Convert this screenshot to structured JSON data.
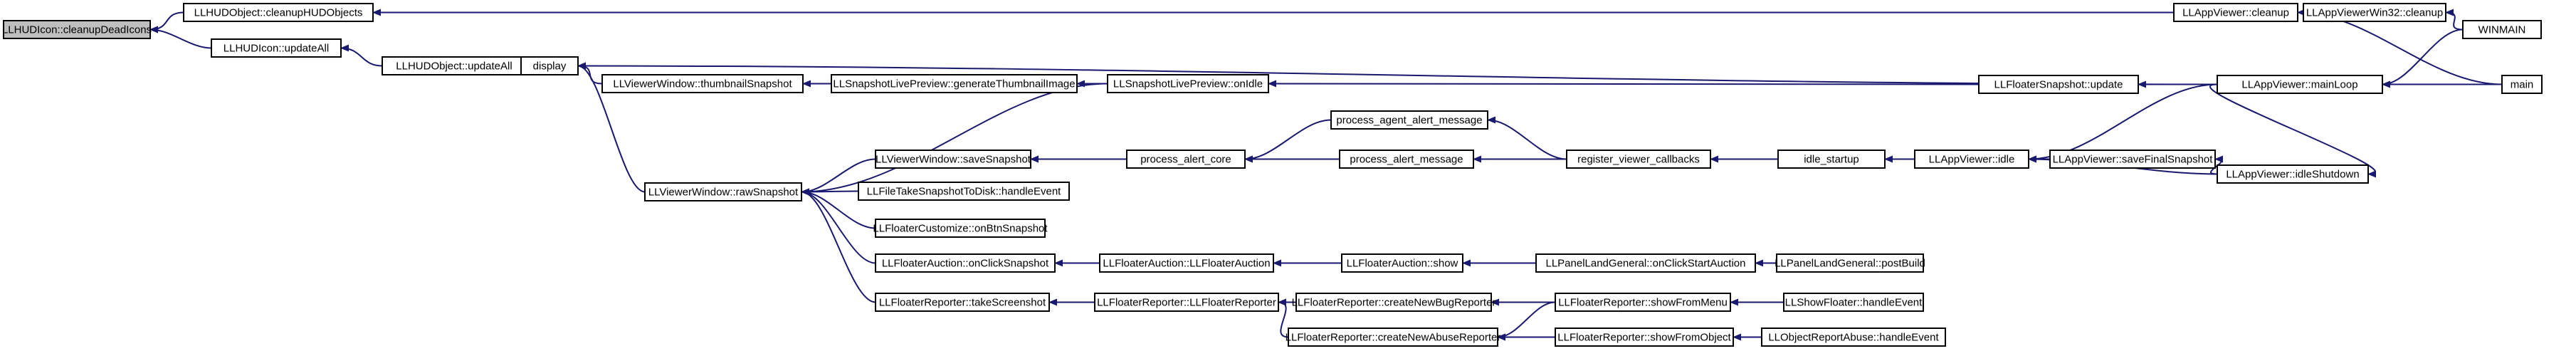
{
  "graph": {
    "colors": {
      "node_fill": "#ffffff",
      "focus_fill": "#bfbfbf",
      "edge": "#191970",
      "text": "#000000"
    },
    "nodes": [
      {
        "id": "n_cleanupDead",
        "label": "LLHUDIcon::cleanupDeadIcons",
        "focus": true
      },
      {
        "id": "n_cleanupHUD",
        "label": "LLHUDObject::cleanupHUDObjects"
      },
      {
        "id": "n_updateAllIcon",
        "label": "LLHUDIcon::updateAll"
      },
      {
        "id": "n_updateAllObj",
        "label": "LLHUDObject::updateAll"
      },
      {
        "id": "n_display",
        "label": "display"
      },
      {
        "id": "n_thumb",
        "label": "LLViewerWindow::thumbnailSnapshot"
      },
      {
        "id": "n_rawSnap",
        "label": "LLViewerWindow::rawSnapshot"
      },
      {
        "id": "n_genThumb",
        "label": "LLSnapshotLivePreview::generateThumbnailImage"
      },
      {
        "id": "n_onIdle",
        "label": "LLSnapshotLivePreview::onIdle"
      },
      {
        "id": "n_saveSnap",
        "label": "LLViewerWindow::saveSnapshot"
      },
      {
        "id": "n_takeSnapDisk",
        "label": "LLFileTakeSnapshotToDisk::handleEvent"
      },
      {
        "id": "n_customize",
        "label": "LLFloaterCustomize::onBtnSnapshot"
      },
      {
        "id": "n_auctionClick",
        "label": "LLFloaterAuction::onClickSnapshot"
      },
      {
        "id": "n_reporterTake",
        "label": "LLFloaterReporter::takeScreenshot"
      },
      {
        "id": "n_alertCore",
        "label": "process_alert_core"
      },
      {
        "id": "n_agentAlert",
        "label": "process_agent_alert_message"
      },
      {
        "id": "n_alertMsg",
        "label": "process_alert_message"
      },
      {
        "id": "n_regCallbacks",
        "label": "register_viewer_callbacks"
      },
      {
        "id": "n_idleStartup",
        "label": "idle_startup"
      },
      {
        "id": "n_appIdle",
        "label": "LLAppViewer::idle"
      },
      {
        "id": "n_saveFinal",
        "label": "LLAppViewer::saveFinalSnapshot"
      },
      {
        "id": "n_idleShutdown",
        "label": "LLAppViewer::idleShutdown"
      },
      {
        "id": "n_appCleanup",
        "label": "LLAppViewer::cleanup"
      },
      {
        "id": "n_win32Cleanup",
        "label": "LLAppViewerWin32::cleanup"
      },
      {
        "id": "n_winmain",
        "label": "WINMAIN"
      },
      {
        "id": "n_main",
        "label": "main"
      },
      {
        "id": "n_mainLoop",
        "label": "LLAppViewer::mainLoop"
      },
      {
        "id": "n_floaterSnapUpdate",
        "label": "LLFloaterSnapshot::update"
      },
      {
        "id": "n_auctionCtor",
        "label": "LLFloaterAuction::LLFloaterAuction"
      },
      {
        "id": "n_auctionShow",
        "label": "LLFloaterAuction::show"
      },
      {
        "id": "n_landStartAuction",
        "label": "LLPanelLandGeneral::onClickStartAuction"
      },
      {
        "id": "n_landPostBuild",
        "label": "LLPanelLandGeneral::postBuild"
      },
      {
        "id": "n_reporterCtor",
        "label": "LLFloaterReporter::LLFloaterReporter"
      },
      {
        "id": "n_newBugReporter",
        "label": "LLFloaterReporter::createNewBugReporter"
      },
      {
        "id": "n_newAbuseReporter",
        "label": "LLFloaterReporter::createNewAbuseReporter"
      },
      {
        "id": "n_showFromMenu",
        "label": "LLFloaterReporter::showFromMenu"
      },
      {
        "id": "n_showFromObject",
        "label": "LLFloaterReporter::showFromObject"
      },
      {
        "id": "n_showFloater",
        "label": "LLShowFloater::handleEvent"
      },
      {
        "id": "n_objReportAbuse",
        "label": "LLObjectReportAbuse::handleEvent"
      }
    ],
    "edges": [
      {
        "from": "n_cleanupHUD",
        "to": "n_cleanupDead"
      },
      {
        "from": "n_updateAllIcon",
        "to": "n_cleanupDead"
      },
      {
        "from": "n_appCleanup",
        "to": "n_cleanupHUD"
      },
      {
        "from": "n_updateAllObj",
        "to": "n_updateAllIcon"
      },
      {
        "from": "n_display",
        "to": "n_updateAllObj"
      },
      {
        "from": "n_mainLoop",
        "to": "n_display"
      },
      {
        "from": "n_thumb",
        "to": "n_display"
      },
      {
        "from": "n_rawSnap",
        "to": "n_display"
      },
      {
        "from": "n_genThumb",
        "to": "n_thumb"
      },
      {
        "from": "n_onIdle",
        "to": "n_genThumb"
      },
      {
        "from": "n_floaterSnapUpdate",
        "to": "n_onIdle"
      },
      {
        "from": "n_mainLoop",
        "to": "n_floaterSnapUpdate"
      },
      {
        "from": "n_main",
        "to": "n_mainLoop"
      },
      {
        "from": "n_winmain",
        "to": "n_mainLoop"
      },
      {
        "from": "n_appCleanup",
        "to": "n_win32Cleanup",
        "reverse": true
      },
      {
        "from": "n_win32Cleanup",
        "to": "n_winmain",
        "reverse": true
      },
      {
        "from": "n_main",
        "to": "n_appCleanup"
      },
      {
        "from": "n_onIdle",
        "to": "n_rawSnap"
      },
      {
        "from": "n_saveSnap",
        "to": "n_rawSnap"
      },
      {
        "from": "n_takeSnapDisk",
        "to": "n_rawSnap"
      },
      {
        "from": "n_customize",
        "to": "n_rawSnap"
      },
      {
        "from": "n_auctionClick",
        "to": "n_rawSnap"
      },
      {
        "from": "n_reporterTake",
        "to": "n_rawSnap"
      },
      {
        "from": "n_alertCore",
        "to": "n_saveSnap"
      },
      {
        "from": "n_saveFinal",
        "to": "n_saveSnap"
      },
      {
        "from": "n_agentAlert",
        "to": "n_alertCore"
      },
      {
        "from": "n_alertMsg",
        "to": "n_alertCore"
      },
      {
        "from": "n_regCallbacks",
        "to": "n_agentAlert"
      },
      {
        "from": "n_regCallbacks",
        "to": "n_alertMsg"
      },
      {
        "from": "n_idleStartup",
        "to": "n_regCallbacks"
      },
      {
        "from": "n_appIdle",
        "to": "n_idleStartup"
      },
      {
        "from": "n_mainLoop",
        "to": "n_appIdle"
      },
      {
        "from": "n_appIdle",
        "to": "n_saveFinal",
        "reverse": true
      },
      {
        "from": "n_idleShutdown",
        "to": "n_appIdle"
      },
      {
        "from": "n_idleShutdown",
        "to": "n_saveFinal"
      },
      {
        "from": "n_mainLoop",
        "to": "n_idleShutdown"
      },
      {
        "from": "n_auctionCtor",
        "to": "n_auctionClick"
      },
      {
        "from": "n_auctionShow",
        "to": "n_auctionCtor"
      },
      {
        "from": "n_landStartAuction",
        "to": "n_auctionShow"
      },
      {
        "from": "n_landPostBuild",
        "to": "n_landStartAuction"
      },
      {
        "from": "n_reporterCtor",
        "to": "n_reporterTake"
      },
      {
        "from": "n_newBugReporter",
        "to": "n_reporterCtor"
      },
      {
        "from": "n_newAbuseReporter",
        "to": "n_reporterCtor"
      },
      {
        "from": "n_showFromMenu",
        "to": "n_newBugReporter"
      },
      {
        "from": "n_showFromMenu",
        "to": "n_newAbuseReporter"
      },
      {
        "from": "n_showFromObject",
        "to": "n_newAbuseReporter"
      },
      {
        "from": "n_showFloater",
        "to": "n_showFromMenu"
      },
      {
        "from": "n_objReportAbuse",
        "to": "n_showFromObject"
      }
    ]
  }
}
